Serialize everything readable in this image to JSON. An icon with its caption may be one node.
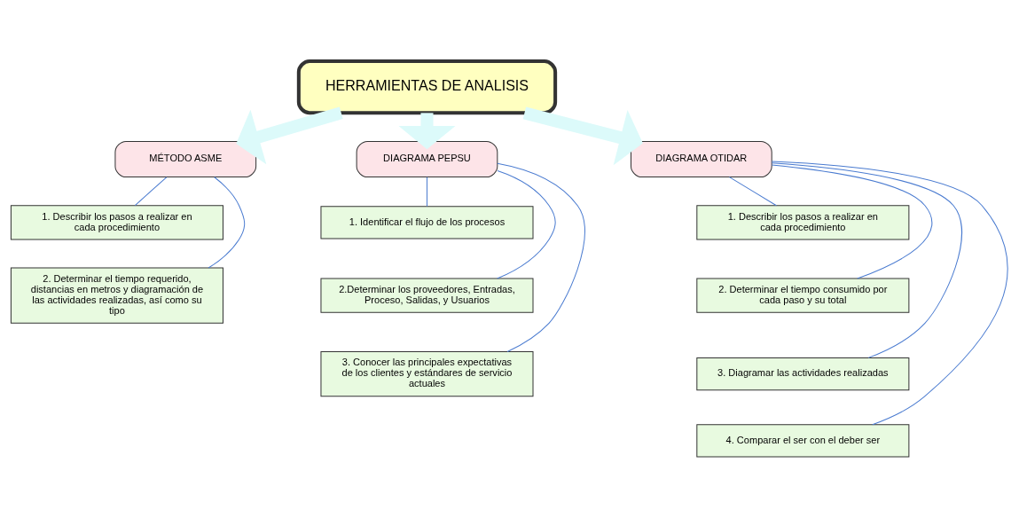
{
  "diagram": {
    "nodes": [
      {
        "text": [
          "HERRAMIENTAS DE ANALISIS"
        ]
      },
      {
        "text": [
          "MÉTODO ASME"
        ]
      },
      {
        "text": [
          "DIAGRAMA PEPSU"
        ]
      },
      {
        "text": [
          "DIAGRAMA OTIDAR"
        ]
      },
      {
        "text": [
          "1. Describir los pasos a realizar en cada procedimiento"
        ]
      },
      {
        "text": [
          "2. Determinar el tiempo requerido, distancias en metros y diagramación de las actividades realizadas, así como su tipo"
        ]
      },
      {
        "text": [
          "1. Identificar el flujo de los procesos"
        ]
      },
      {
        "text": [
          "2.Determinar los proveedores, Entradas, Proceso, Salidas, y Usuarios"
        ]
      },
      {
        "text": [
          "3. Conocer las principales expectativas de los clientes y estándares de servicio actuales"
        ]
      },
      {
        "text": [
          "1. Describir los pasos a realizar en cada procedimiento"
        ]
      },
      {
        "text": [
          "2. Determinar el tiempo consumido por cada paso y su total"
        ]
      },
      {
        "text": [
          "3. Diagramar las actividades realizadas"
        ]
      },
      {
        "text": [
          "4. Comparar el ser con el deber ser"
        ]
      }
    ],
    "edges": [
      {
        "from": 0,
        "to": 1,
        "arrow": "to",
        "style": "thick",
        "color": "#dcfafa"
      },
      {
        "from": 0,
        "to": 2,
        "arrow": "to",
        "style": "thick",
        "color": "#dcfafa"
      },
      {
        "from": 0,
        "to": 3,
        "arrow": "to",
        "style": "thick",
        "color": "#dcfafa"
      },
      {
        "from": 1,
        "to": 4,
        "arrow": "none"
      },
      {
        "from": 1,
        "to": 5,
        "arrow": "none"
      },
      {
        "from": 2,
        "to": 6,
        "arrow": "none"
      },
      {
        "from": 2,
        "to": 7,
        "arrow": "none"
      },
      {
        "from": 2,
        "to": 8,
        "arrow": "none"
      },
      {
        "from": 3,
        "to": 9,
        "arrow": "none"
      },
      {
        "from": 3,
        "to": 10,
        "arrow": "none"
      },
      {
        "from": 3,
        "to": 11,
        "arrow": "none"
      },
      {
        "from": 3,
        "to": 12,
        "arrow": "none"
      }
    ]
  }
}
